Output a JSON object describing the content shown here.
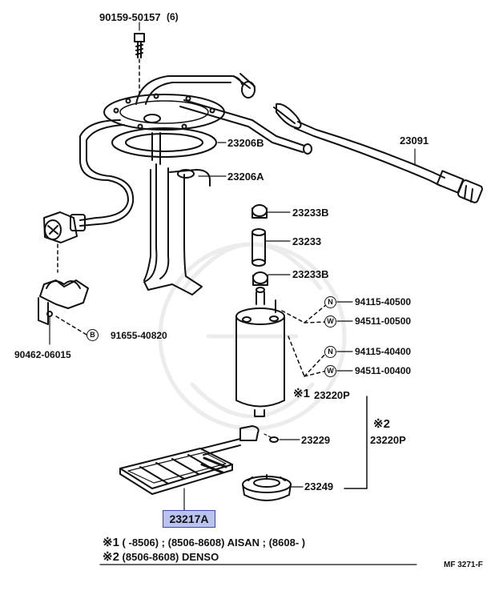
{
  "labels": {
    "bolt": "90159-50157",
    "bolt_qty": "(6)",
    "gasket_upper": "23206B",
    "gasket_lower": "23206A",
    "hose": "23091",
    "clamp_upper": "23233B",
    "pump_hose": "23233",
    "clamp_lower": "23233B",
    "nut1": "94115-40500",
    "washer1": "94511-00500",
    "nut2": "94115-40400",
    "washer2": "94511-00400",
    "pump_1": "23220P",
    "pump_1_marker": "※1",
    "pump_2": "23220P",
    "pump_2_marker": "※2",
    "cushion": "23229",
    "retainer": "23249",
    "bracket": "90462-06015",
    "bracket_bolt": "91655-40820",
    "filter": "23217A"
  },
  "badges": {
    "nut": "N",
    "washer": "W",
    "bolt": "B"
  },
  "notes": {
    "note1_marker": "※1",
    "note1_text": "(       -8506) ; (8506-8608) AISAN ; (8608-          )",
    "note2_marker": "※2",
    "note2_text": "(8506-8608) DENSO"
  },
  "footer": {
    "code": "MF 3271-F"
  }
}
